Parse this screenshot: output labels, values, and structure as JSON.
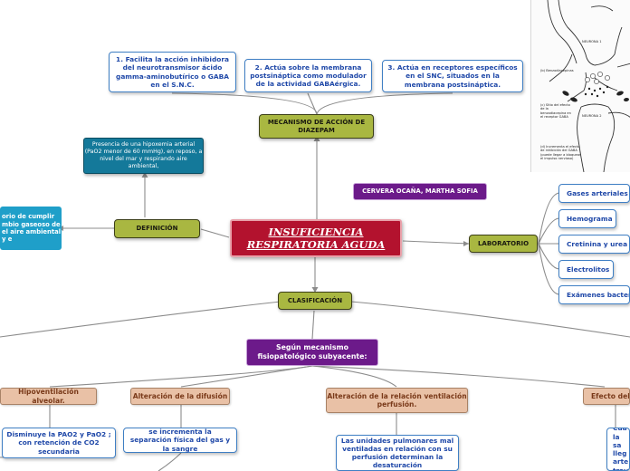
{
  "central_topic": "INSUFICIENCIA RESPIRATORIA AGUDA",
  "author": "CERVERA OCAÑA, MARTHA SOFIA",
  "mechanism": {
    "title": "MECANISMO DE ACCIÓN DE DIAZEPAM",
    "items": [
      "1. Facilita la acción inhibidora del neurotransmisor ácido gamma-aminobutírico o GABA en el S.N.C.",
      "2.  Actúa sobre la membrana postsináptica como modulador de la actividad GABAérgica.",
      "3. Actúa en receptores específicos en el SNC, situados en la membrana postsináptica."
    ]
  },
  "definition": {
    "title": "DEFINICIÓN",
    "text": "Presencia de una hipoxemia arterial (PaO2 menor de 60 mmHg), en reposo, a nivel del mar y respirando aire ambiental,",
    "side_text": "orio de cumplir mbio gaseoso de el aire ambiental y e"
  },
  "laboratory": {
    "title": "LABORATORIO",
    "items": [
      "Gases arteriales",
      "Hemograma",
      "Cretinina y urea",
      "Electrolitos",
      "Exámenes bacteriológicos"
    ]
  },
  "classification": {
    "title": "CLASIFICACIÓN",
    "subtitle": "Según mecanismo fisiopatológico subyacente:",
    "types": [
      {
        "label": "Hipoventilación alveolar.",
        "detail": "Disminuye la PAO2 y PaO2 ; con retención de CO2 secundaria"
      },
      {
        "label": "Alteración de la difusión",
        "detail": "se incrementa la separación física del gas y la sangre"
      },
      {
        "label": "Alteración de la relación ventilación perfusión.",
        "detail": "Las unidades pulmonares mal ventiladas en relación con su perfusión determinan la desaturación"
      },
      {
        "label": "Efecto del s",
        "detail": "Cua la sa lleg arte trav"
      }
    ]
  },
  "image_panel": {
    "labels": [
      "NEURONA 1",
      "(b) Benzodiacepinas",
      "(c) Sitio del efecto de la benzodiacepina en el receptor GABA",
      "NEURONA 2",
      "(d) Incrementa el efecto de inhibición del GABA (puede llegar a bloquear el impulso nervioso)"
    ]
  }
}
